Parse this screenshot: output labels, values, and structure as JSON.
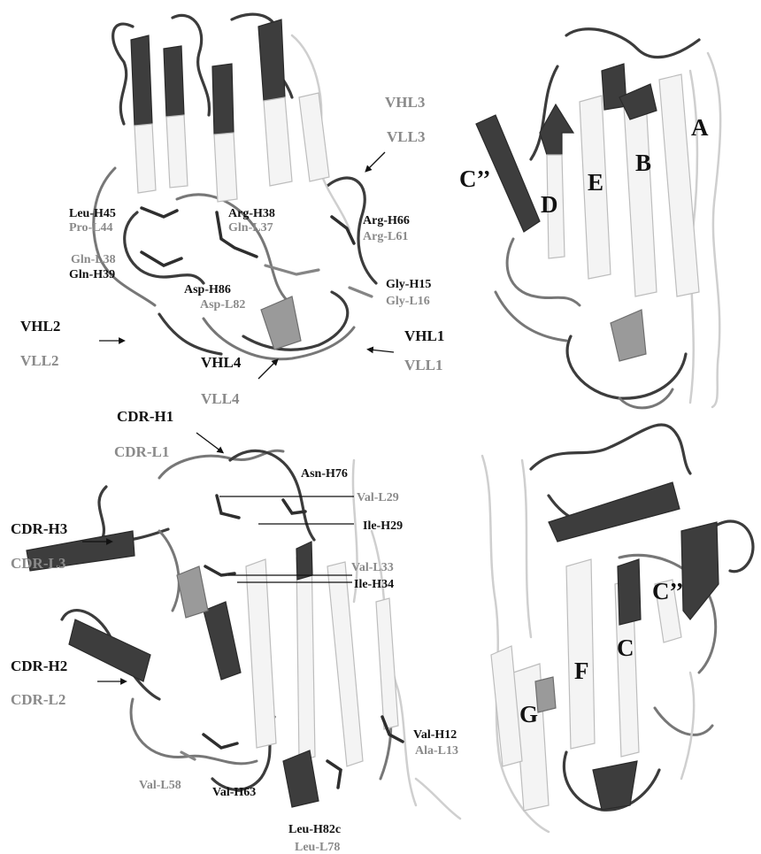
{
  "panels": {
    "top_left": {
      "loops": {
        "vhl3": "VHL3",
        "vll3": "VLL3",
        "vhl2": "VHL2",
        "vll2": "VLL2",
        "vhl1": "VHL1",
        "vll1": "VLL1",
        "vhl4": "VHL4",
        "vll4": "VLL4"
      },
      "residues": {
        "leu_h45": "Leu-H45",
        "pro_l44": "Pro-L44",
        "arg_h38": "Arg-H38",
        "gln_l37": "Gln-L37",
        "arg_h66": "Arg-H66",
        "arg_l61": "Arg-L61",
        "gln_l38": "Gln-L38",
        "gln_h39": "Gln-H39",
        "asp_h86": "Asp-H86",
        "asp_l82": "Asp-L82",
        "gly_h15": "Gly-H15",
        "gly_l16": "Gly-L16"
      }
    },
    "top_right": {
      "strands": {
        "a": "A",
        "b": "B",
        "c2": "C’’",
        "d": "D",
        "e": "E"
      }
    },
    "bottom_left": {
      "cdrs": {
        "h1": "CDR-H1",
        "l1": "CDR-L1",
        "h3": "CDR-H3",
        "l3": "CDR-L3",
        "h2": "CDR-H2",
        "l2": "CDR-L2"
      },
      "residues": {
        "asn_h76": "Asn-H76",
        "val_l29": "Val-L29",
        "ile_h29": "Ile-H29",
        "val_l33": "Val-L33",
        "ile_h34": "Ile-H34",
        "val_h12": "Val-H12",
        "ala_l13": "Ala-L13",
        "val_l58": "Val-L58",
        "val_h63": "Val-H63",
        "leu_h82c": "Leu-H82c",
        "leu_l78": "Leu-L78"
      }
    },
    "bottom_right": {
      "strands": {
        "c2": "C’’",
        "c": "C",
        "f": "F",
        "g": "G"
      }
    }
  },
  "colors": {
    "heavy_label": "#111111",
    "light_label": "#8a8a8a"
  }
}
